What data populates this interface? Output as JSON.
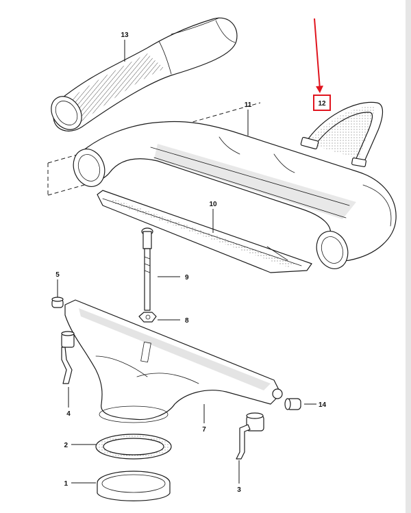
{
  "diagram": {
    "parts": [
      {
        "id": "p1",
        "number": "1",
        "name": "ring"
      },
      {
        "id": "p2",
        "number": "2",
        "name": "gasket"
      },
      {
        "id": "p3",
        "number": "3",
        "name": "mounting-bracket-right"
      },
      {
        "id": "p4",
        "number": "4",
        "name": "mounting-bracket-left"
      },
      {
        "id": "p5",
        "number": "5",
        "name": "rubber-bushing"
      },
      {
        "id": "p7",
        "number": "7",
        "name": "lower-housing"
      },
      {
        "id": "p8",
        "number": "8",
        "name": "nut"
      },
      {
        "id": "p9",
        "number": "9",
        "name": "bolt"
      },
      {
        "id": "p10",
        "number": "10",
        "name": "seal-strip"
      },
      {
        "id": "p11",
        "number": "11",
        "name": "upper-duct"
      },
      {
        "id": "p12",
        "number": "12",
        "name": "strap"
      },
      {
        "id": "p13",
        "number": "13",
        "name": "flexible-hose"
      },
      {
        "id": "p14",
        "number": "14",
        "name": "grommet"
      }
    ],
    "highlight": {
      "part_number": "12",
      "box_color": "#e0141e",
      "arrow_color": "#e0141e"
    },
    "colors": {
      "ink": "#1a1a1a",
      "shading": "#d8d8d8",
      "background": "#ffffff"
    }
  }
}
